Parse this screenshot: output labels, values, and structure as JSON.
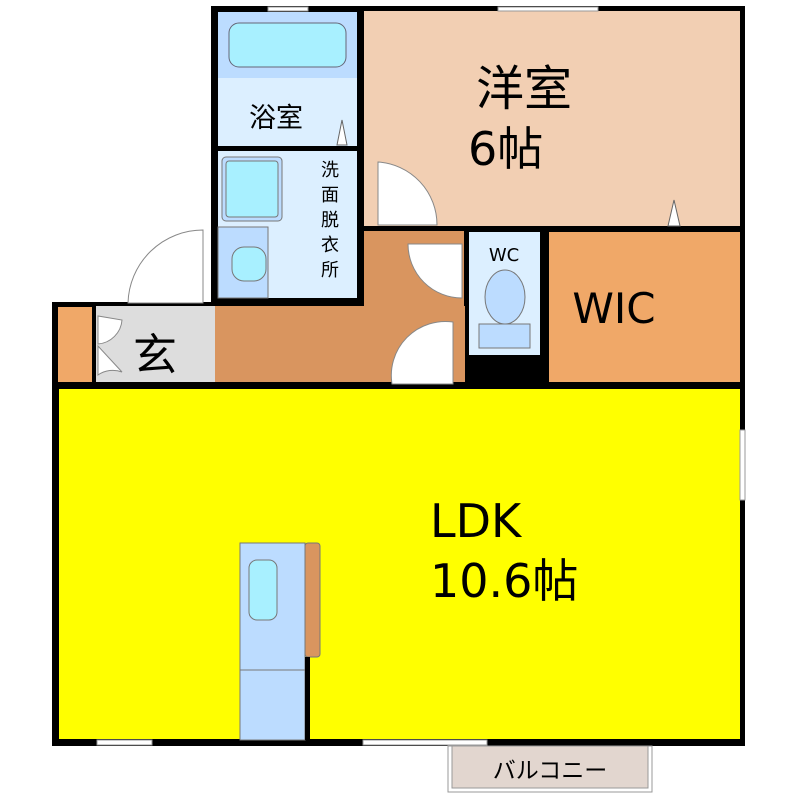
{
  "rooms": {
    "western": {
      "name": "洋室",
      "size": "6帖",
      "color": "#f2cfb3"
    },
    "bath": {
      "name": "浴室",
      "color": "#dcefff"
    },
    "washroom": {
      "name": "洗面脱衣所",
      "chars": [
        "洗",
        "面",
        "脱",
        "衣",
        "所"
      ],
      "color": "#dcefff"
    },
    "wc": {
      "name": "WC",
      "color": "#dcefff"
    },
    "wic": {
      "name": "WIC",
      "color": "#f0a868"
    },
    "entrance": {
      "name": "玄",
      "color": "#dddddd"
    },
    "hall": {
      "color": "#d9955f"
    },
    "ldk": {
      "name": "LDK",
      "size": "10.6帖",
      "color": "#ffff00"
    },
    "balcony": {
      "name": "バルコニー",
      "color": "#e2d6cf"
    }
  },
  "colors": {
    "wall": "#000000",
    "fixture": "#a8f0ff",
    "fixture_base": "#bcdcff"
  }
}
